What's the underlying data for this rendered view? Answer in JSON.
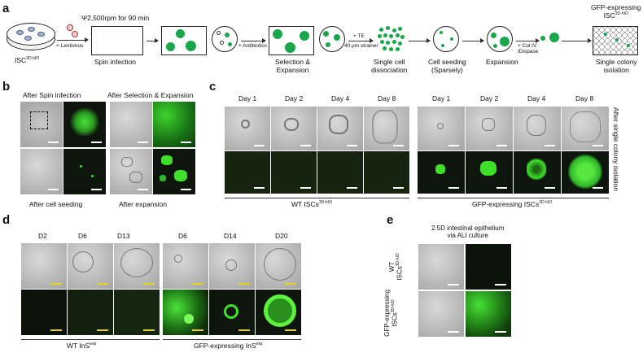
{
  "panels": {
    "a": "a",
    "b": "b",
    "c": "c",
    "d": "d",
    "e": "e"
  },
  "panel_a": {
    "isc_label": "ISC",
    "isc_sup": "3D-hIO",
    "lentivirus": "+ Lentivirus",
    "spin_condition": "Ψ2,500rpm for 90 min",
    "spin_infection": "Spin infection",
    "antibiotics": "+ Antibiotics",
    "selection": "Selection &\nExpansion",
    "te": "+ TE",
    "strainer": "40 μm strainer",
    "single_cell": "Single cell\ndissociation",
    "cell_seeding": "Cell seeding\n(Sparsely)",
    "expansion": "Expansion",
    "col_iv": "+ Col IV\n/Dispase",
    "gfp_title": "GFP-expressing",
    "gfp_isc": "ISC",
    "gfp_isc_sup": "3D-hIO",
    "colony": "Single colony\nisolation"
  },
  "panel_b": {
    "top_left": "After Spin infection",
    "top_right": "After Selection & Expansion",
    "bottom_left": "After cell seeding",
    "bottom_right": "After expansion"
  },
  "panel_c": {
    "days": [
      "Day 1",
      "Day 2",
      "Day 4",
      "Day 8",
      "Day 1",
      "Day 2",
      "Day 4",
      "Day 8"
    ],
    "wt_label": "WT ISCs",
    "wt_sup": "3D-hIO",
    "gfp_label": "GFP-expressing ISCs",
    "gfp_sup": "3D-hIO",
    "side_label": "After single colony isolation"
  },
  "panel_d": {
    "days": [
      "D2",
      "D6",
      "D13",
      "D6",
      "D14",
      "D20"
    ],
    "wt_label": "WT InS",
    "wt_sup": "exp",
    "gfp_label": "GFP-expressing InS",
    "gfp_sup": "exp"
  },
  "panel_e": {
    "title": "2.5D intestinal epithelium\nvia ALI culture",
    "row1": "WT\nISCs",
    "row1_sup": "3D-hIO",
    "row2": "GFP-expressing\nISCs",
    "row2_sup": "3D-hIO"
  },
  "colors": {
    "gfp_green": "#1aa64a",
    "bright_green": "#3fe02a",
    "scale_white": "#ffffff",
    "scale_yellow": "#e6d21c"
  }
}
